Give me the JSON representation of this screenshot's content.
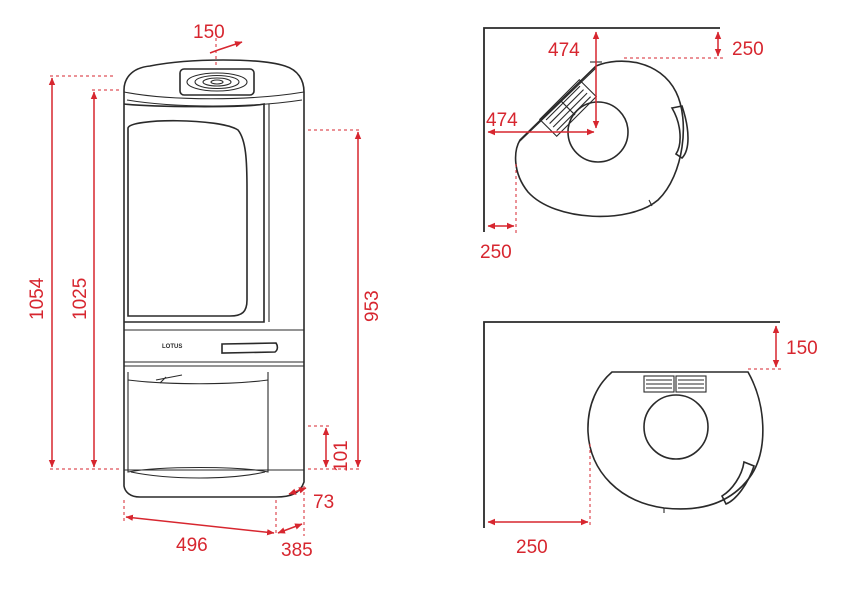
{
  "colors": {
    "dimension": "#d7262f",
    "outline": "#2a2a2a",
    "background": "#ffffff"
  },
  "brand": {
    "logo_text": "LOTUS"
  },
  "front_view": {
    "total_height": "1054",
    "body_height": "1025",
    "flue_offset": "150",
    "door_to_base": "953",
    "air_inlet_height": "101",
    "air_inlet_depth": "73",
    "width": "496",
    "depth": "385"
  },
  "corner_install": {
    "flue_from_wall_vertical": "474",
    "flue_from_wall_horizontal": "474",
    "clearance_top": "250",
    "clearance_left": "250"
  },
  "wall_install": {
    "clearance_back": "150",
    "clearance_side": "250"
  }
}
